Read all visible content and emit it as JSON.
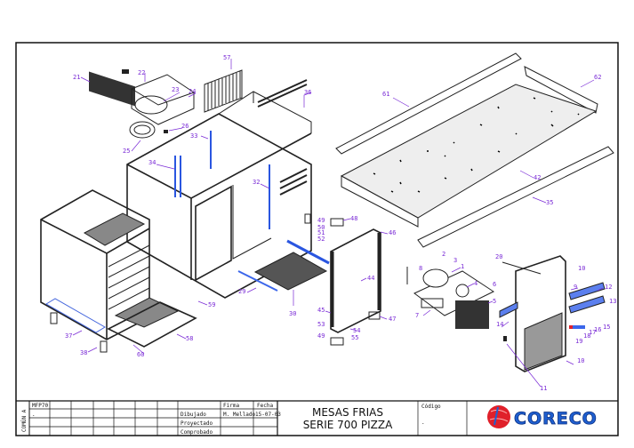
{
  "drawing": {
    "callouts": [
      "21",
      "22",
      "23",
      "24",
      "25",
      "26",
      "57",
      "36",
      "33",
      "34",
      "32",
      "61",
      "62",
      "42",
      "35",
      "48",
      "49",
      "50",
      "51",
      "52",
      "46",
      "44",
      "45",
      "53",
      "54",
      "49",
      "55",
      "47",
      "29",
      "30",
      "59",
      "58",
      "60",
      "37",
      "38",
      "2",
      "3",
      "1",
      "8",
      "4",
      "6",
      "5",
      "7",
      "20",
      "10",
      "9",
      "12",
      "13",
      "14",
      "15",
      "16",
      "17",
      "18",
      "19",
      "11",
      "10"
    ]
  },
  "title_block": {
    "side_label": "COMÚN A",
    "ref_code": "MFP70",
    "ref_line2": ".",
    "firma_header": "Firma",
    "fecha_header": "Fecha",
    "dibujado_label": "Dibujado",
    "dibujado_firma": "M. Mellado",
    "dibujado_fecha": "15-07-03",
    "proyectado_label": "Proyectado",
    "comprobado_label": "Comprobado",
    "title_line1": "MESAS FRIAS",
    "title_line2": "SERIE 700  PIZZA",
    "codigo_label": "Código",
    "codigo_value": ".",
    "logo_text": "CORECO"
  },
  "colors": {
    "callout": "#7a2bd6",
    "accent_blue": "#2a56e0",
    "logo_red": "#e0202a",
    "logo_blue": "#1f5fd0"
  }
}
